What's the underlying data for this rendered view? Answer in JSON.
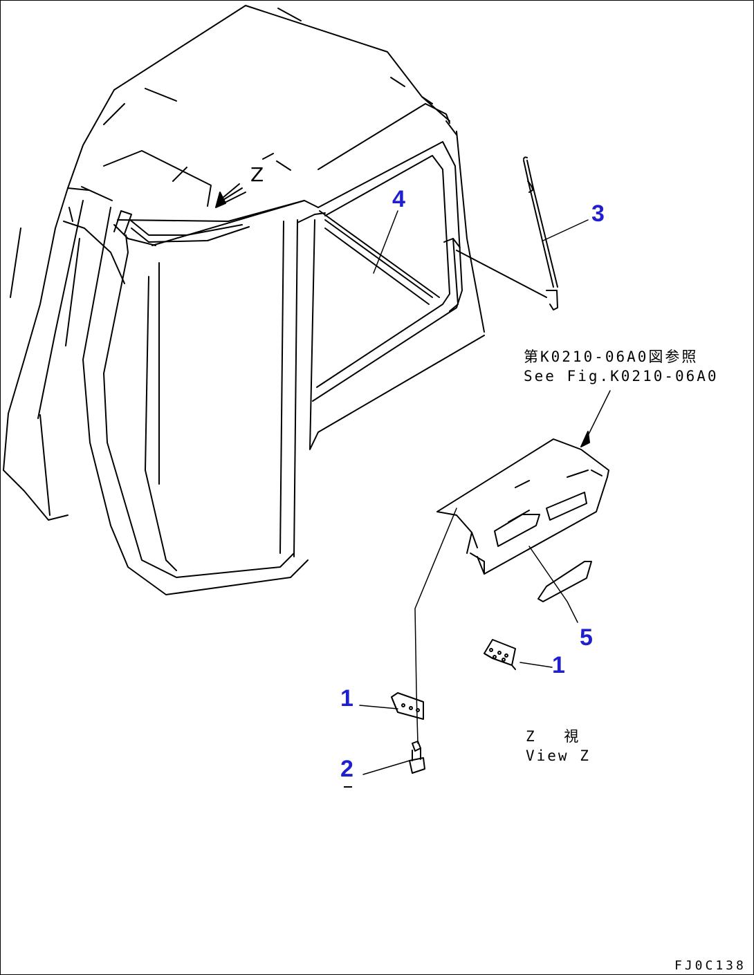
{
  "reference": {
    "jp": "第K0210-06A0図参照",
    "en": "See Fig.K0210-06A0"
  },
  "view": {
    "jp": "Z 視",
    "en": "View Z",
    "arrow_letter": "Z"
  },
  "callouts": [
    {
      "id": "callout-3",
      "label": "3"
    },
    {
      "id": "callout-4",
      "label": "4"
    },
    {
      "id": "callout-5",
      "label": "5"
    },
    {
      "id": "callout-1-right",
      "label": "1"
    },
    {
      "id": "callout-1-left",
      "label": "1"
    },
    {
      "id": "callout-2",
      "label": "2"
    }
  ],
  "drawing_code": "FJ0C138",
  "colors": {
    "callout": "#1f1fcf",
    "line": "#000000"
  }
}
